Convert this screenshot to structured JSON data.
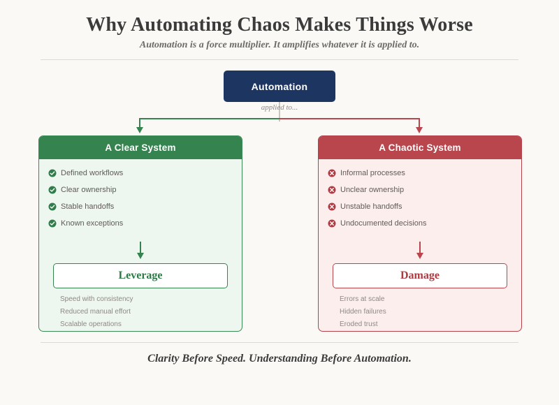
{
  "header": {
    "title": "Why Automating Chaos Makes Things Worse",
    "subtitle": "Automation is a force multiplier. It amplifies whatever it is applied to."
  },
  "root": {
    "label": "Automation",
    "edge_label": "applied to..."
  },
  "branches": [
    {
      "id": "clear",
      "heading": "A Clear System",
      "accent": "#35834f",
      "accent_dark": "#2e7a47",
      "surface": "#eef7ef",
      "icon": "check-circle-icon",
      "features": [
        "Defined workflows",
        "Clear ownership",
        "Stable handoffs",
        "Known exceptions"
      ],
      "outcome": "Leverage",
      "notes": [
        "Speed with consistency",
        "Reduced manual effort",
        "Scalable operations"
      ]
    },
    {
      "id": "chaotic",
      "heading": "A Chaotic System",
      "accent": "#b8464c",
      "accent_dark": "#ac3a41",
      "surface": "#fdeeee",
      "icon": "x-circle-icon",
      "features": [
        "Informal processes",
        "Unclear ownership",
        "Unstable handoffs",
        "Undocumented decisions"
      ],
      "outcome": "Damage",
      "notes": [
        "Errors at scale",
        "Hidden failures",
        "Eroded trust"
      ]
    }
  ],
  "footer": {
    "text": "Clarity Before Speed. Understanding Before Automation."
  },
  "colors": {
    "background": "#faf9f6",
    "root": "#1d3661",
    "green": "#35834f",
    "red": "#b8464c",
    "stem": "#c9c5bf",
    "rule": "#dedad3",
    "title_text": "#3b3b3b",
    "muted_text": "#8d8984"
  }
}
